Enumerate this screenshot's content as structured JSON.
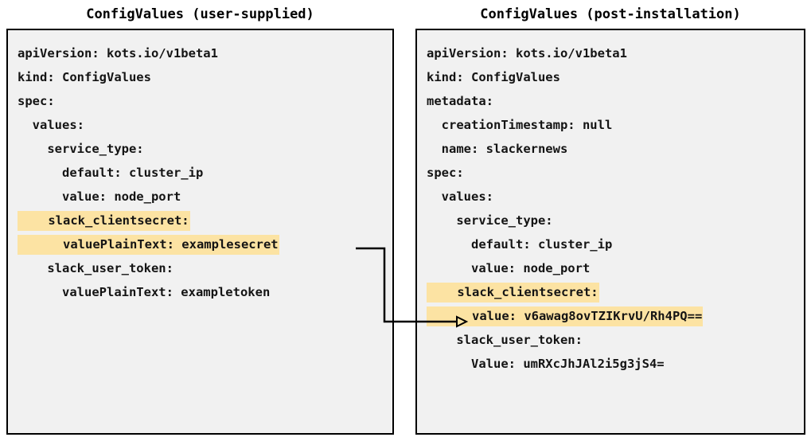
{
  "panels": [
    {
      "id": "user-supplied",
      "title": "ConfigValues (user-supplied)",
      "lines": [
        {
          "text": "apiVersion: kots.io/v1beta1",
          "highlight": false
        },
        {
          "text": "kind: ConfigValues",
          "highlight": false
        },
        {
          "text": "spec:",
          "highlight": false
        },
        {
          "text": "  values:",
          "highlight": false
        },
        {
          "text": "    service_type:",
          "highlight": false
        },
        {
          "text": "      default: cluster_ip",
          "highlight": false
        },
        {
          "text": "      value: node_port",
          "highlight": false
        },
        {
          "text": "    slack_clientsecret:",
          "highlight": true
        },
        {
          "text": "      valuePlainText: examplesecret",
          "highlight": true
        },
        {
          "text": "    slack_user_token:",
          "highlight": false
        },
        {
          "text": "      valuePlainText: exampletoken",
          "highlight": false
        }
      ]
    },
    {
      "id": "post-installation",
      "title": "ConfigValues (post-installation)",
      "lines": [
        {
          "text": "apiVersion: kots.io/v1beta1",
          "highlight": false
        },
        {
          "text": "kind: ConfigValues",
          "highlight": false
        },
        {
          "text": "metadata:",
          "highlight": false
        },
        {
          "text": "  creationTimestamp: null",
          "highlight": false
        },
        {
          "text": "  name: slackernews",
          "highlight": false
        },
        {
          "text": "spec:",
          "highlight": false
        },
        {
          "text": "  values:",
          "highlight": false
        },
        {
          "text": "    service_type:",
          "highlight": false
        },
        {
          "text": "      default: cluster_ip",
          "highlight": false
        },
        {
          "text": "      value: node_port",
          "highlight": false
        },
        {
          "text": "    slack_clientsecret:",
          "highlight": true
        },
        {
          "text": "      value: v6awag8ovTZIKrvU/Rh4PQ==",
          "highlight": true
        },
        {
          "text": "    slack_user_token:",
          "highlight": false
        },
        {
          "text": "      Value: umRXcJhJAl2i5g3jS4=",
          "highlight": false
        }
      ]
    }
  ],
  "connector": {
    "label": "arrow-from-plaintext-secret-to-encrypted-value",
    "color": "#000000"
  },
  "colors": {
    "highlight": "#fce3a3",
    "box_background": "#f1f1f1",
    "box_border": "#000000",
    "text": "#141414",
    "page_background": "#ffffff"
  }
}
